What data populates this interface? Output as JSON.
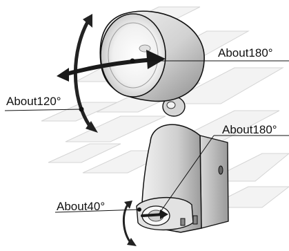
{
  "diagram": {
    "labels": {
      "head_horizontal": "About180°",
      "head_vertical": "About120°",
      "body_rotation": "About180°",
      "sensor_tilt": "About40°"
    },
    "colors": {
      "line": "#111111",
      "wall_brick": "#e6e6e6",
      "fixture_body": "#d9d9d9",
      "fixture_shadow": "#9a9a9a",
      "arrow_dark": "#1a1a1a"
    },
    "icons": {
      "floodlight_head": "floodlight-head-icon",
      "motion_sensor_body": "motion-sensor-body-icon",
      "rotation_arrow": "rotation-arrow-icon"
    }
  }
}
